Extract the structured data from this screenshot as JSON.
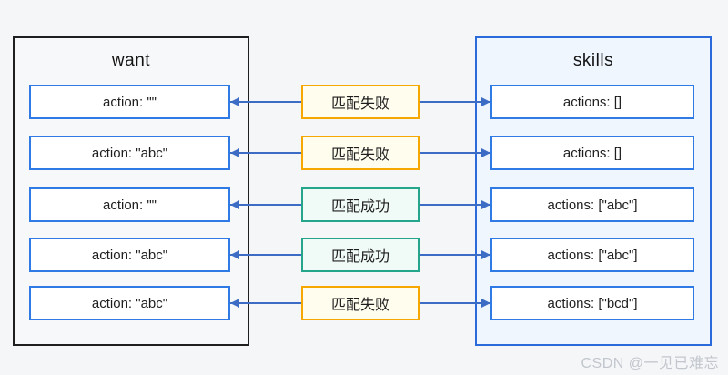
{
  "page": {
    "background": "#f5f6f8"
  },
  "left_panel": {
    "title": "want",
    "border_color": "#1f1f1f"
  },
  "right_panel": {
    "title": "skills",
    "border_color": "#2a6ada",
    "fill_color": "#f0f6fe"
  },
  "colors": {
    "node_border_blue": "#2f7ae5",
    "arrow_blue": "#3c6cc4",
    "fail_border": "#f7a800",
    "fail_fill": "#fffdee",
    "success_border": "#25a58c",
    "success_fill": "#f0faf6"
  },
  "rows": [
    {
      "left": "action: \"\"",
      "status": "匹配失败",
      "status_type": "fail",
      "right": "actions: []"
    },
    {
      "left": "action: \"abc\"",
      "status": "匹配失败",
      "status_type": "fail",
      "right": "actions: []"
    },
    {
      "left": "action: \"\"",
      "status": "匹配成功",
      "status_type": "success",
      "right": "actions: [\"abc\"]"
    },
    {
      "left": "action: \"abc\"",
      "status": "匹配成功",
      "status_type": "success",
      "right": "actions: [\"abc\"]"
    },
    {
      "left": "action: \"abc\"",
      "status": "匹配失败",
      "status_type": "fail",
      "right": "actions: [\"bcd\"]"
    }
  ],
  "watermark": "CSDN @一见已难忘"
}
